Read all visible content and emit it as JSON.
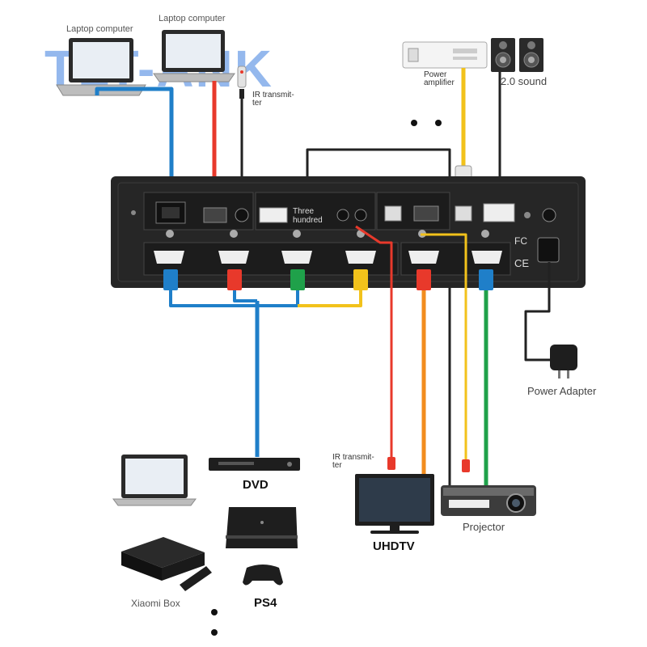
{
  "watermark": "TLT-ANK",
  "labels": {
    "laptop_left": "Laptop computer",
    "laptop_right": "Laptop computer",
    "ir_transmitter_top": "IR transmit-\nter",
    "power_amplifier": "Power\namplifier",
    "sound": "2.0 sound",
    "panel_text": "Three\nhundred",
    "power_adapter": "Power Adapter",
    "ir_transmitter_bottom": "IR transmit-\nter",
    "dvd": "DVD",
    "uhdtv": "UHDTV",
    "projector": "Projector",
    "xiaomi_box": "Xiaomi Box",
    "ps4": "PS4"
  },
  "colors": {
    "cable_blue": "#1f7fc9",
    "cable_red": "#e8392b",
    "cable_green": "#1fa14a",
    "cable_yellow": "#f2c21b",
    "cable_orange": "#f28c1e",
    "cable_black": "#222222",
    "device_dark": "#1e1e1e",
    "panel": "#262626"
  },
  "icons": [
    "laptop-icon",
    "ir-transmitter-icon",
    "amplifier-icon",
    "speaker-icon",
    "hdmi-port-icon",
    "power-plug-icon",
    "dvd-player-icon",
    "tv-icon",
    "projector-icon",
    "game-console-icon",
    "gamepad-icon",
    "media-box-icon",
    "remote-icon"
  ]
}
